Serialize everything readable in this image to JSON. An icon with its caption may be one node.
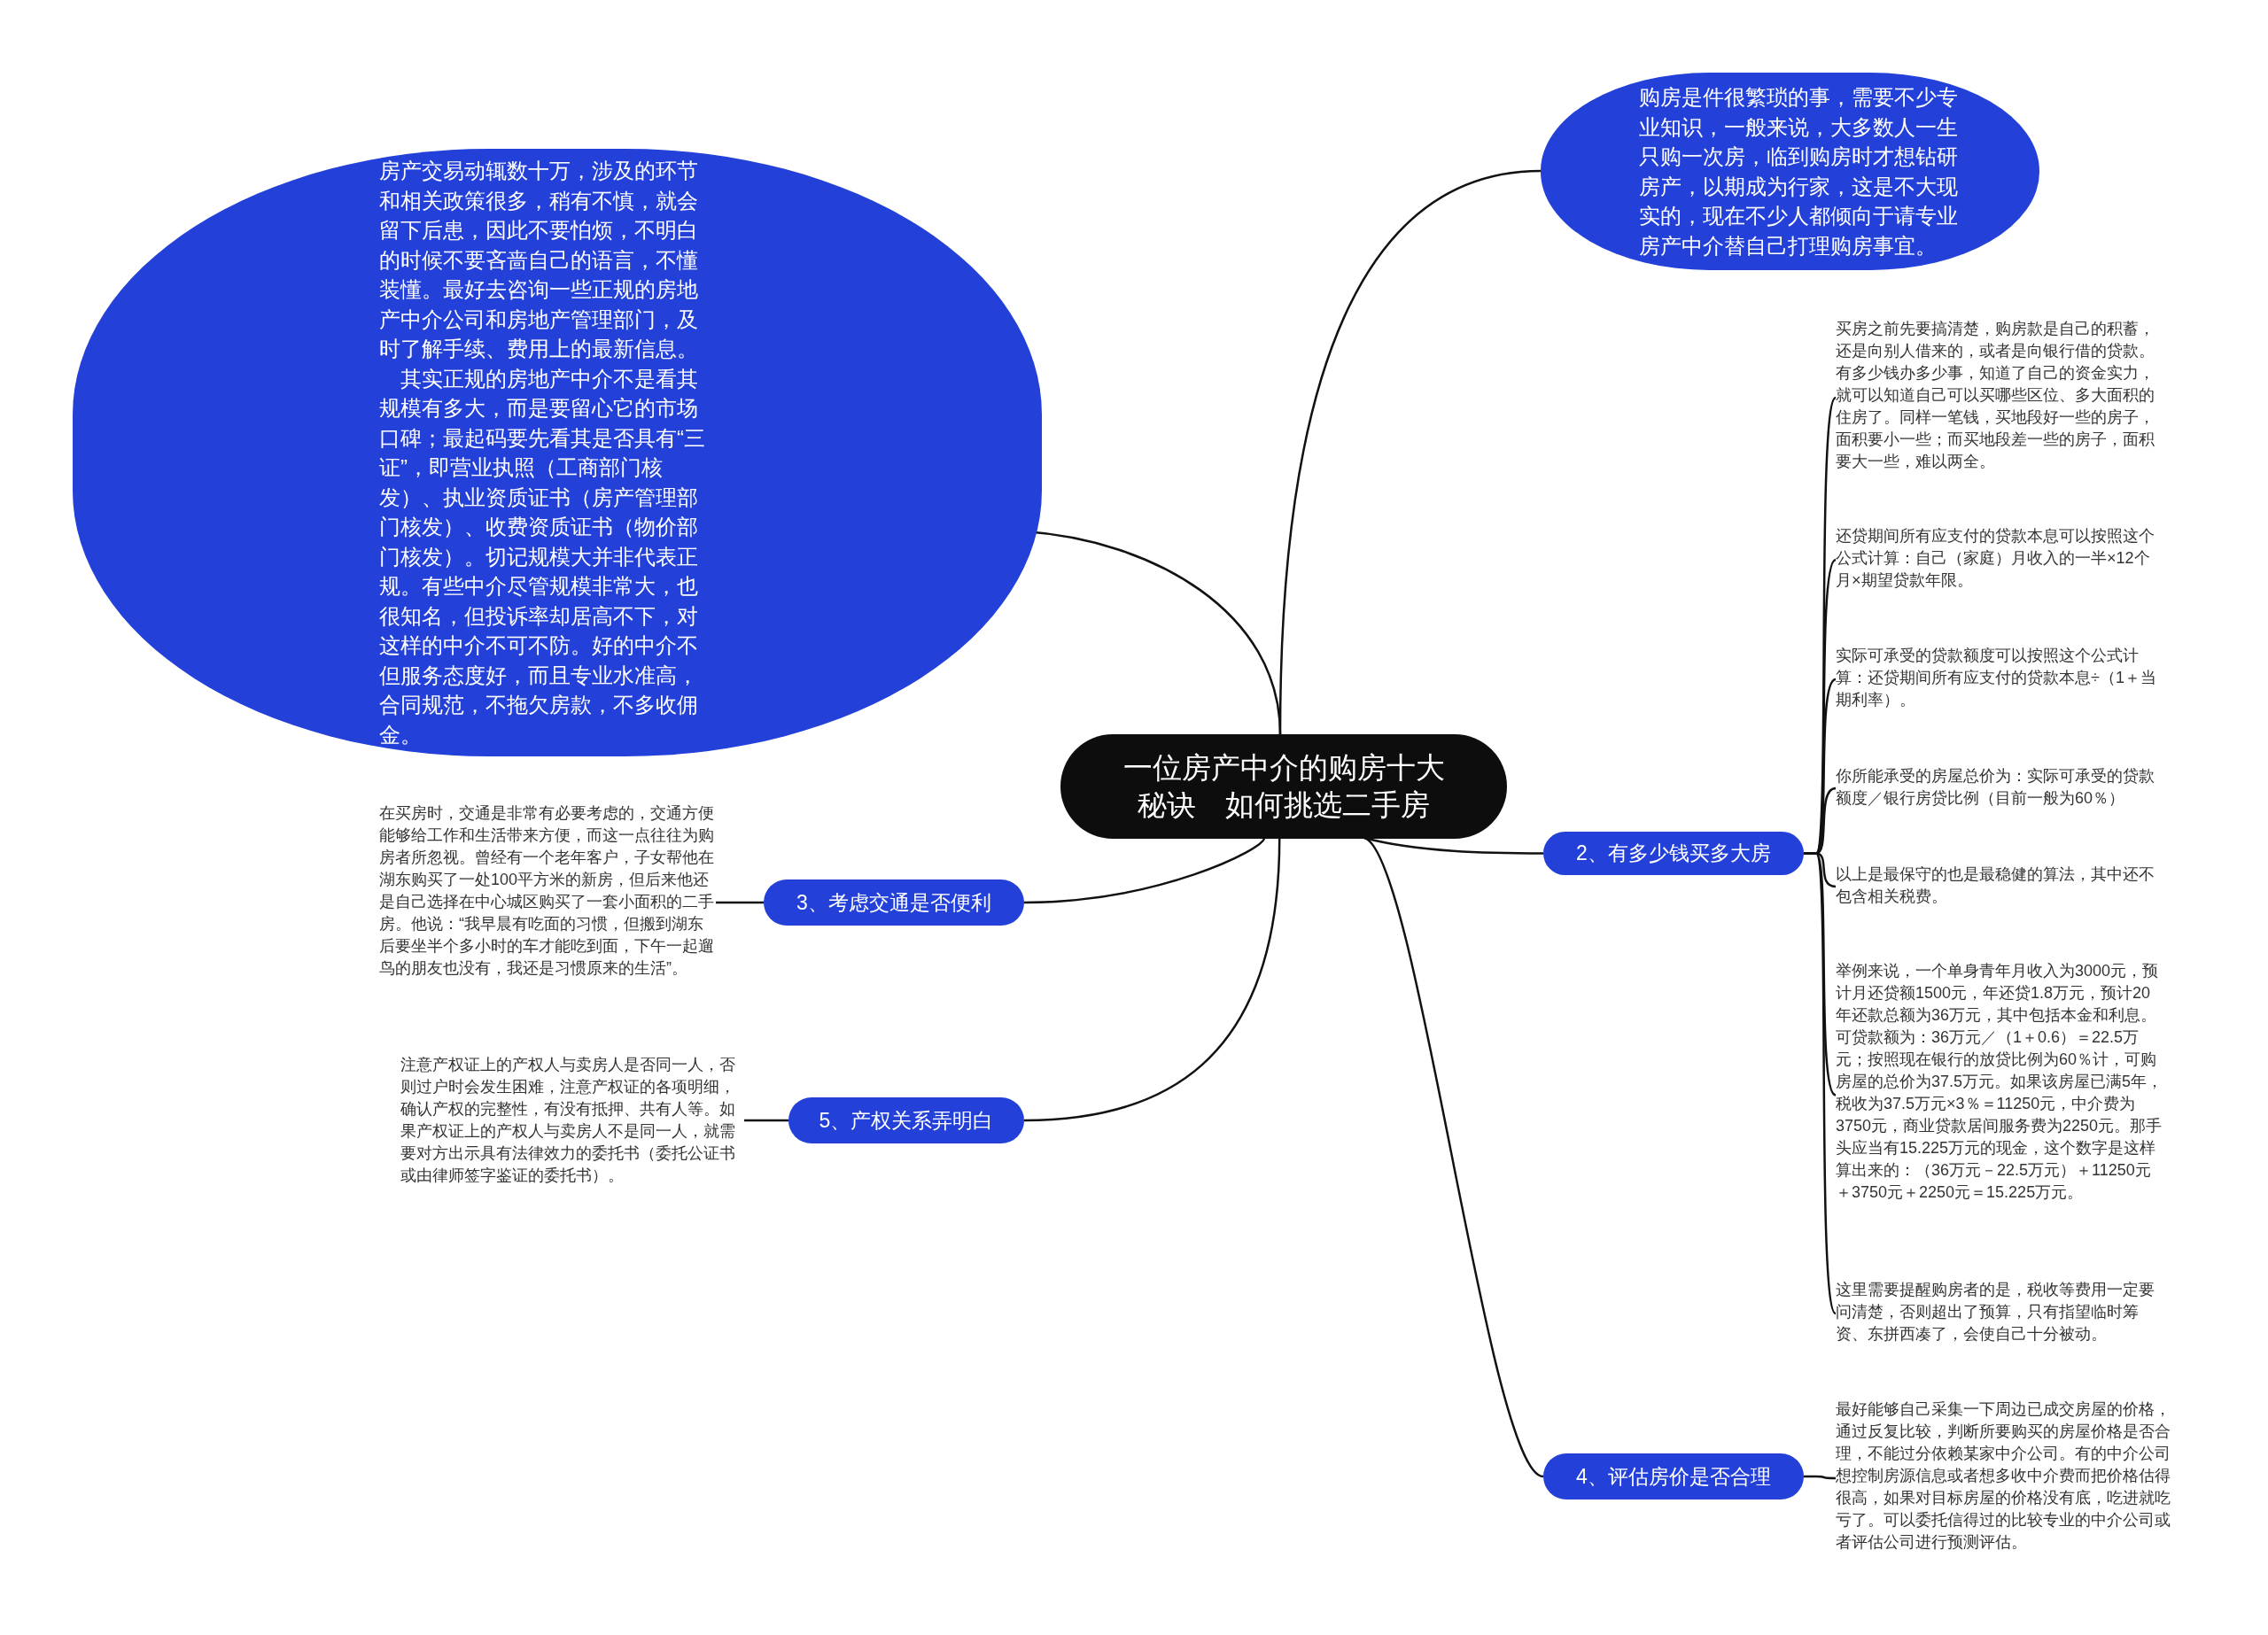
{
  "diagram": {
    "nodes": [
      {
        "text": [
          "一位房产中介的购房十大秘诀　如何挑选二手房"
        ]
      },
      {
        "text": [
          "购房是件很繁琐的事，需要不少专业知识，一般来说，大多数人一生只购一次房，临到购房时才想钻研房产，以期成为行家，这是不大现实的，现在不少人都倾向于请专业房产中介替自己打理购房事宜。"
        ]
      },
      {
        "text": [
          "房产交易动辄数十万，涉及的环节和相关政策很多，稍有不慎，就会留下后患，因此不要怕烦，不明白的时候不要吝啬自己的语言，不懂装懂。最好去咨询一些正规的房地产中介公司和房地产管理部门，及时了解手续、费用上的最新信息。",
          "其实正规的房地产中介不是看其规模有多大，而是要留心它的市场口碑；最起码要先看其是否具有“三证”，即营业执照（工商部门核发）、执业资质证书（房产管理部门核发）、收费资质证书（物价部门核发）。切记规模大并非代表正规。有些中介尽管规模非常大，也很知名，但投诉率却居高不下，对这样的中介不可不防。好的中介不但服务态度好，而且专业水准高，合同规范，不拖欠房款，不多收佣金。"
        ]
      },
      {
        "text": [
          "2、有多少钱买多大房"
        ]
      },
      {
        "text": [
          "买房之前先要搞清楚，购房款是自己的积蓄，还是向别人借来的，或者是向银行借的贷款。有多少钱办多少事，知道了自己的资金实力，就可以知道自己可以买哪些区位、多大面积的住房了。同样一笔钱，买地段好一些的房子，面积要小一些；而买地段差一些的房子，面积要大一些，难以两全。"
        ]
      },
      {
        "text": [
          "还贷期间所有应支付的贷款本息可以按照这个公式计算：自己（家庭）月收入的一半×12个月×期望贷款年限。"
        ]
      },
      {
        "text": [
          "实际可承受的贷款额度可以按照这个公式计算：还贷期间所有应支付的贷款本息÷（1＋当期利率）。"
        ]
      },
      {
        "text": [
          "你所能承受的房屋总价为：实际可承受的贷款额度／银行房贷比例（目前一般为60％）"
        ]
      },
      {
        "text": [
          "以上是最保守的也是最稳健的算法，其中还不包含相关税费。"
        ]
      },
      {
        "text": [
          "举例来说，一个单身青年月收入为3000元，预计月还贷额1500元，年还贷1.8万元，预计20年还款总额为36万元，其中包括本金和利息。可贷款额为：36万元／（1＋0.6）＝22.5万元；按照现在银行的放贷比例为60％计，可购房屋的总价为37.5万元。如果该房屋已满5年，税收为37.5万元×3％＝11250元，中介费为3750元，商业贷款居间服务费为2250元。那手头应当有15.225万元的现金，这个数字是这样算出来的：（36万元－22.5万元）＋11250元＋3750元＋2250元＝15.225万元。"
        ]
      },
      {
        "text": [
          "这里需要提醒购房者的是，税收等费用一定要问清楚，否则超出了预算，只有指望临时筹资、东拼西凑了，会使自己十分被动。"
        ]
      },
      {
        "text": [
          "3、考虑交通是否便利"
        ]
      },
      {
        "text": [
          "在买房时，交通是非常有必要考虑的，交通方便能够给工作和生活带来方便，而这一点往往为购房者所忽视。曾经有一个老年客户，子女帮他在湖东购买了一处100平方米的新房，但后来他还是自己选择在中心城区购买了一套小面积的二手房。他说：“我早晨有吃面的习惯，但搬到湖东后要坐半个多小时的车才能吃到面，下午一起遛鸟的朋友也没有，我还是习惯原来的生活”。"
        ]
      },
      {
        "text": [
          "5、产权关系弄明白"
        ]
      },
      {
        "text": [
          "注意产权证上的产权人与卖房人是否同一人，否则过户时会发生困难，注意产权证的各项明细，确认产权的完整性，有没有抵押、共有人等。如果产权证上的产权人与卖房人不是同一人，就需要对方出示具有法律效力的委托书（委托公证书或由律师签字鉴证的委托书）。"
        ]
      },
      {
        "text": [
          "4、评估房价是否合理"
        ]
      },
      {
        "text": [
          "最好能够自己采集一下周边已成交房屋的价格，通过反复比较，判断所要购买的房屋价格是否合理，不能过分依赖某家中介公司。有的中介公司想控制房源信息或者想多收中介费而把价格估得很高，如果对目标房屋的价格没有底，吃进就吃亏了。可以委托信得过的比较专业的中介公司或者评估公司进行预测评估。"
        ]
      }
    ],
    "edges": [
      {
        "from": 0,
        "to": 1,
        "arrow": "none"
      },
      {
        "from": 0,
        "to": 2,
        "arrow": "none"
      },
      {
        "from": 0,
        "to": 3,
        "arrow": "none"
      },
      {
        "from": 3,
        "to": 4,
        "arrow": "none"
      },
      {
        "from": 3,
        "to": 5,
        "arrow": "none"
      },
      {
        "from": 3,
        "to": 6,
        "arrow": "none"
      },
      {
        "from": 3,
        "to": 7,
        "arrow": "none"
      },
      {
        "from": 3,
        "to": 8,
        "arrow": "none"
      },
      {
        "from": 3,
        "to": 9,
        "arrow": "none"
      },
      {
        "from": 3,
        "to": 10,
        "arrow": "none"
      },
      {
        "from": 0,
        "to": 11,
        "arrow": "none"
      },
      {
        "from": 11,
        "to": 12,
        "arrow": "none"
      },
      {
        "from": 0,
        "to": 13,
        "arrow": "none"
      },
      {
        "from": 13,
        "to": 14,
        "arrow": "none"
      },
      {
        "from": 0,
        "to": 15,
        "arrow": "none"
      },
      {
        "from": 15,
        "to": 16,
        "arrow": "none"
      }
    ]
  }
}
